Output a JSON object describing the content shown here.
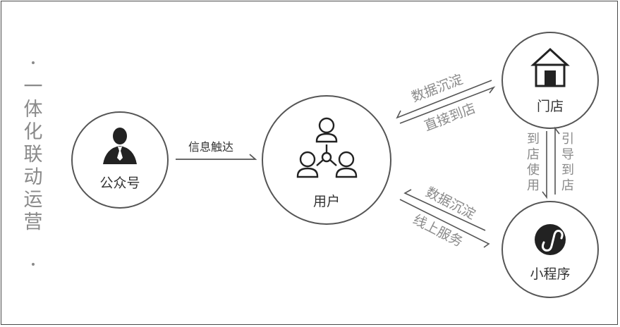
{
  "side_title": "一体化联动运营",
  "nodes": {
    "official_account": "公众号",
    "user": "用户",
    "store": "门店",
    "mini_program": "小程序"
  },
  "edges": {
    "reach": "信息触达",
    "top_upper": "数据沉淀",
    "top_lower": "直接到店",
    "vertical_left": "到店使用",
    "vertical_right": "引导到店",
    "bottom_upper": "数据沉淀",
    "bottom_lower": "线上服务"
  },
  "colors": {
    "line": "#555555",
    "text": "#333333",
    "muted": "#8a8a8a",
    "icon": "#222222"
  }
}
